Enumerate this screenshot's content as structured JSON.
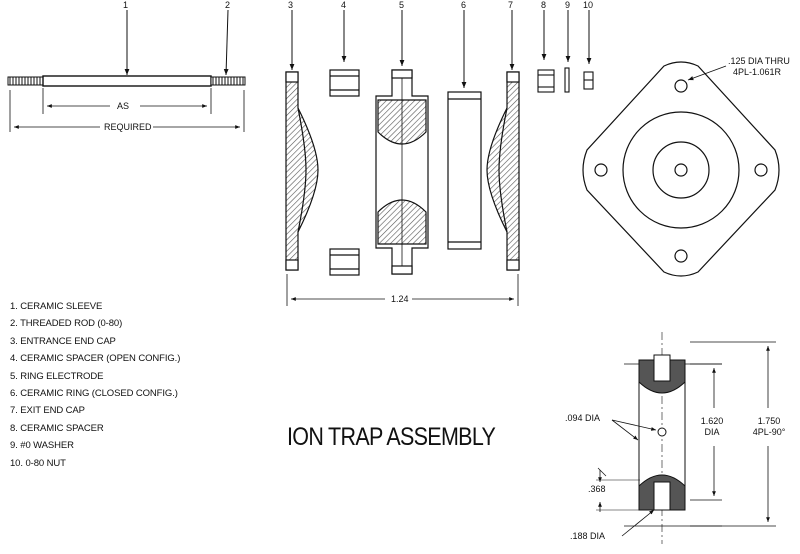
{
  "title": "ION TRAP ASSEMBLY",
  "part_numbers": [
    "1",
    "2",
    "3",
    "4",
    "5",
    "6",
    "7",
    "8",
    "9",
    "10"
  ],
  "legend": [
    "1. CERAMIC SLEEVE",
    "2. THREADED ROD (0-80)",
    "3. ENTRANCE END CAP",
    "4. CERAMIC SPACER (OPEN CONFIG.)",
    "5. RING ELECTRODE",
    "6. CERAMIC RING (CLOSED CONFIG.)",
    "7. EXIT END CAP",
    "8. CERAMIC SPACER",
    "9. #0 WASHER",
    "10. 0-80 NUT"
  ],
  "dimensions": {
    "as": "AS",
    "required": "REQUIRED",
    "stack_length": "1.24",
    "hole_note_1": ".125 DIA THRU",
    "hole_note_2": "4PL-1.061R",
    "small_hole": ".094 DIA",
    "inner_dia_1": "1.620",
    "inner_dia_2": "DIA",
    "outer_dia_1": "1.750",
    "outer_dia_2": "4PL-90°",
    "depth": ".368",
    "bore": ".188 DIA"
  }
}
